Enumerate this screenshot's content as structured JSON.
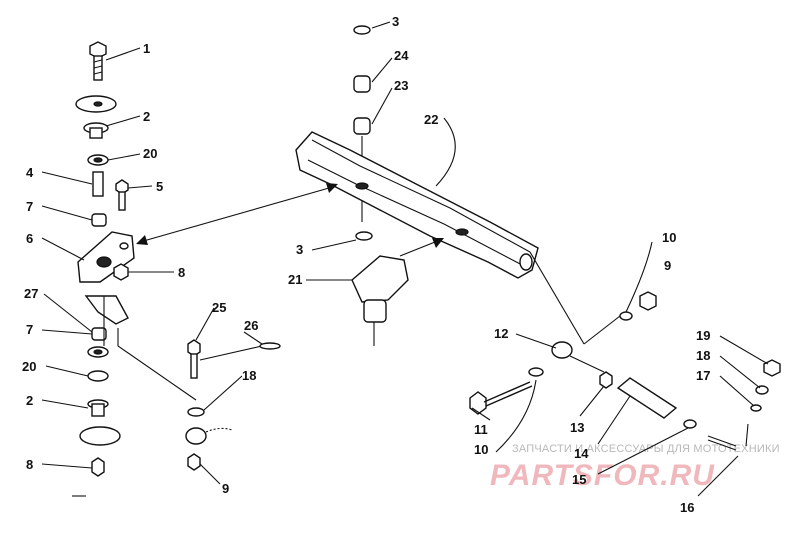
{
  "diagram": {
    "callouts": [
      "1",
      "2",
      "20",
      "4",
      "5",
      "7",
      "6",
      "8",
      "27",
      "7",
      "20",
      "2",
      "8",
      "25",
      "26",
      "18",
      "9",
      "3",
      "24",
      "23",
      "22",
      "3",
      "21",
      "10",
      "9",
      "12",
      "19",
      "18",
      "17",
      "11",
      "10",
      "13",
      "14",
      "15",
      "16"
    ]
  },
  "watermark": {
    "caption": "ЗАПЧАСТИ И АКСЕССУАРЫ ДЛЯ МОТОТЕХНИКИ",
    "logo": "PARTSFOR.RU"
  },
  "colors": {
    "ink": "#111111",
    "watermark_logo": "#f0b8bd",
    "watermark_caption": "#b8b8b8"
  }
}
